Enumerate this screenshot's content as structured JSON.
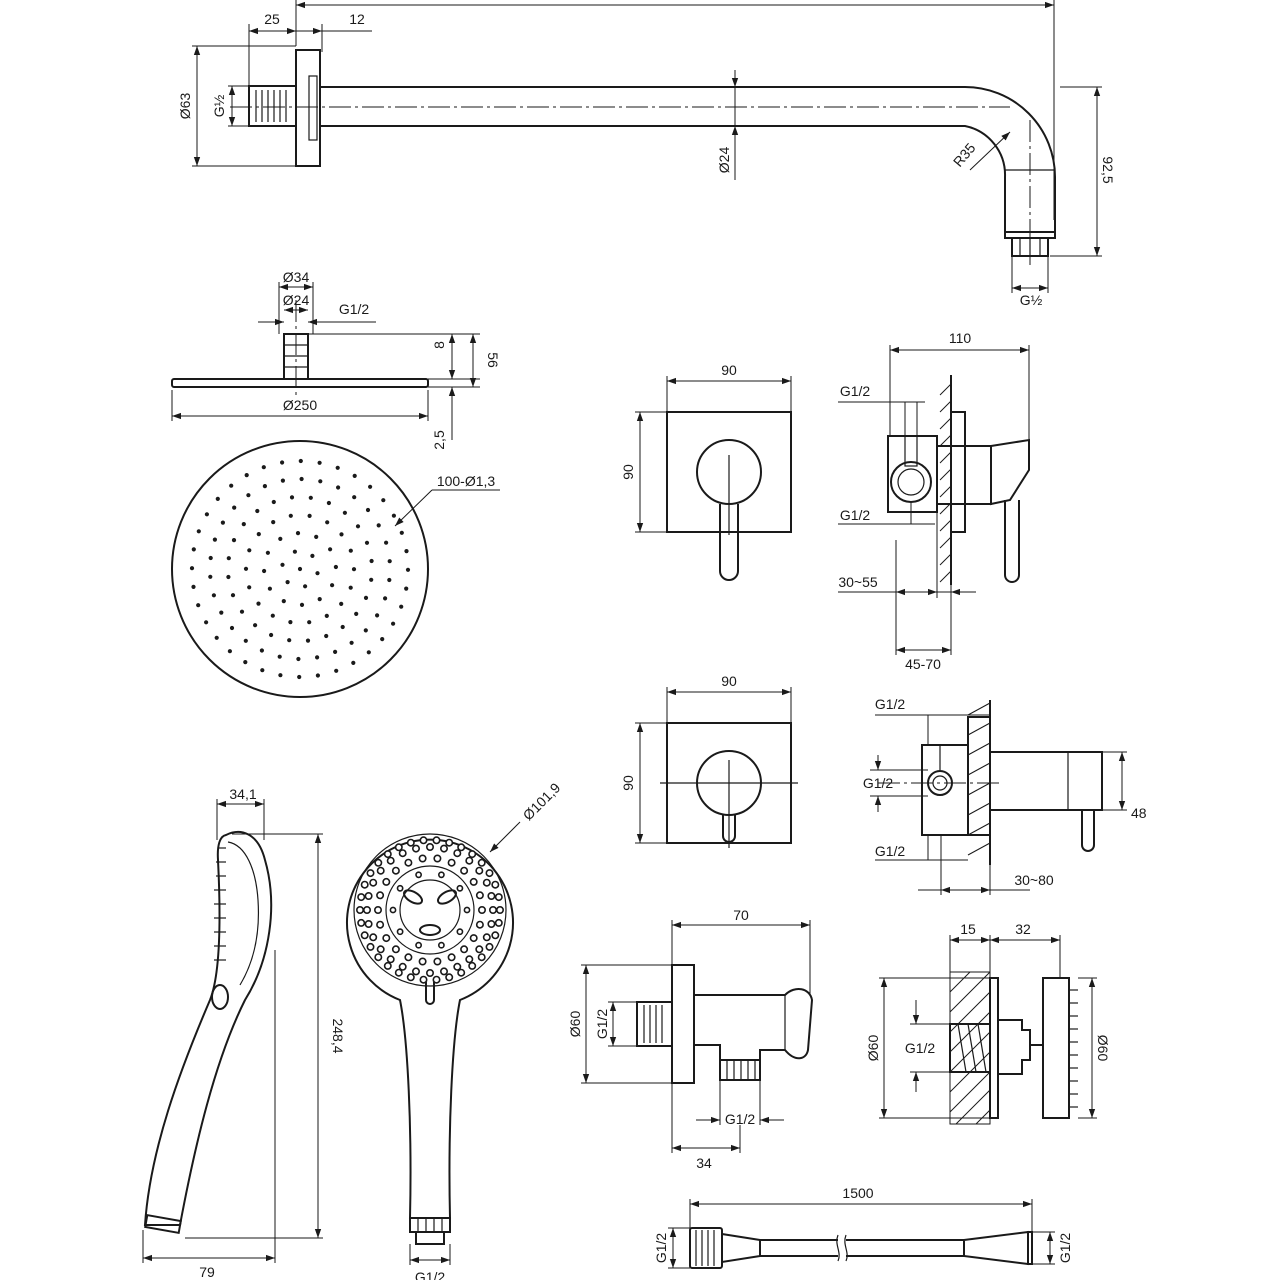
{
  "labels": {
    "arm_left_25": "25",
    "arm_left_12": "12",
    "arm_d63": "Ø63",
    "arm_g_half_left": "G½",
    "arm_d24": "Ø24",
    "arm_r35": "R35",
    "arm_92_5": "92,5",
    "arm_g_half_right": "G½",
    "head_d34": "Ø34",
    "head_d24": "Ø24",
    "head_g12": "G1/2",
    "head_8": "8",
    "head_56": "56",
    "head_d250": "Ø250",
    "head_2_5": "2,5",
    "head_nozzles": "100-Ø1,3",
    "mixer1_90w": "90",
    "mixer1_90h": "90",
    "mixer1_110": "110",
    "mixer1_g12_top": "G1/2",
    "mixer1_g12_bottom": "G1/2",
    "mixer1_30_55": "30~55",
    "mixer1_45_70": "45-70",
    "mixer2_90w": "90",
    "mixer2_90h": "90",
    "mixer2_g12_top": "G1/2",
    "mixer2_g12_mid": "G1/2",
    "mixer2_g12_bottom": "G1/2",
    "mixer2_48": "48",
    "mixer2_30_80": "30~80",
    "hand_34_1": "34,1",
    "hand_248_4": "248,4",
    "hand_79": "79",
    "hand_d101_9": "Ø101,9",
    "hand_g12": "G1/2",
    "outlet_70": "70",
    "outlet_d60": "Ø60",
    "outlet_g12_left": "G1/2",
    "outlet_g12_bottom": "G1/2",
    "outlet_34": "34",
    "flange_15": "15",
    "flange_32": "32",
    "flange_d60_left": "Ø60",
    "flange_g12": "G1/2",
    "flange_d60_right": "Ø60",
    "hose_1500": "1500",
    "hose_g12_left": "G1/2",
    "hose_g12_right": "G1/2"
  }
}
